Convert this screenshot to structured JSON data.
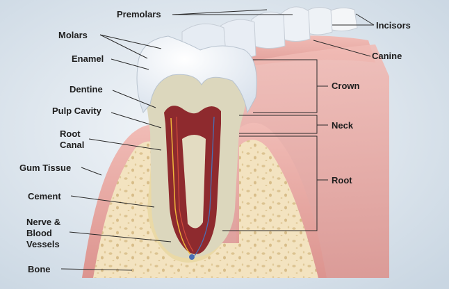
{
  "labels": {
    "premolars": "Premolars",
    "incisors": "Incisors",
    "molars": "Molars",
    "canine": "Canine",
    "enamel": "Enamel",
    "dentine": "Dentine",
    "crown": "Crown",
    "pulp_cavity": "Pulp Cavity",
    "neck": "Neck",
    "root_canal_line1": "Root",
    "root_canal_line2": "Canal",
    "gum_tissue": "Gum Tissue",
    "root": "Root",
    "cement": "Cement",
    "nerve_line1": "Nerve &",
    "nerve_line2": "Blood",
    "nerve_line3": "Vessels",
    "bone": "Bone"
  },
  "colors": {
    "background": "#dde6ee",
    "gum": "#e7a8a4",
    "bone": "#f2e2bf",
    "enamel": "#f3f6fa",
    "dentine": "#d9d5bd",
    "pulp": "#8e2a2e",
    "line": "#2a2a2a"
  }
}
